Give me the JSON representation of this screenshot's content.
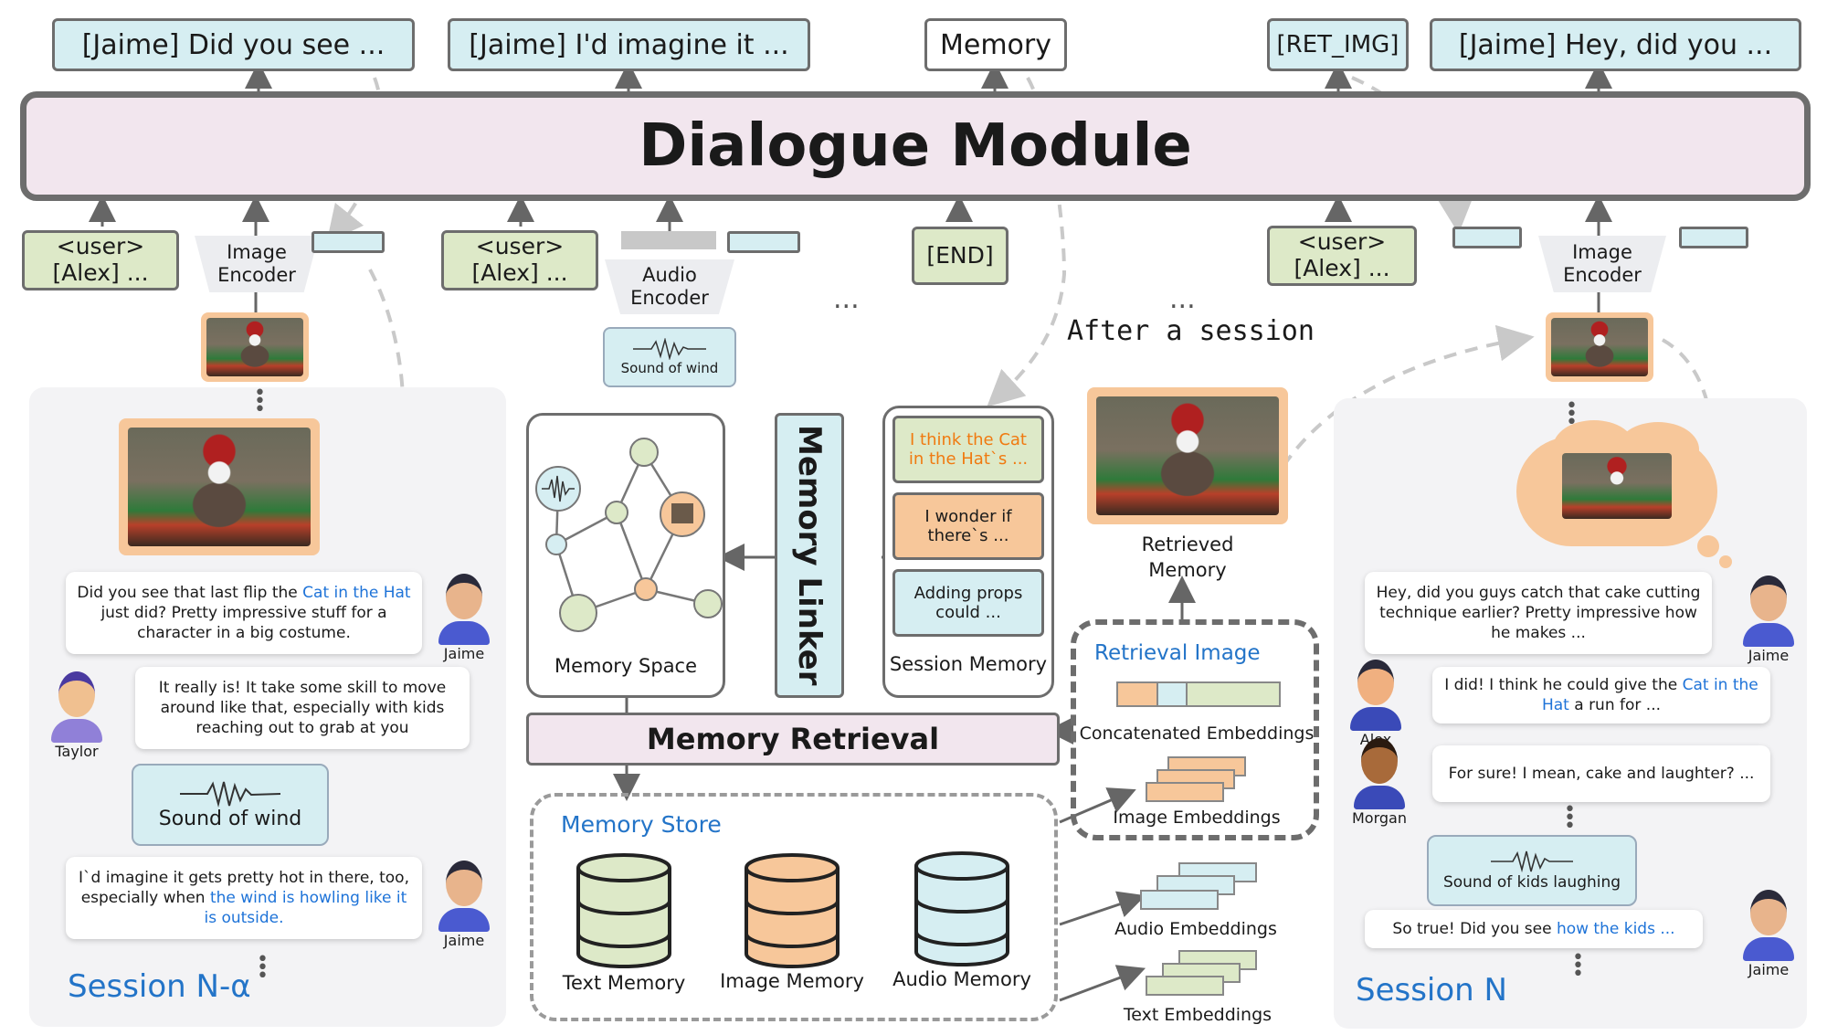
{
  "outputs": {
    "o1": "[Jaime] Did you see ...",
    "o2": "[Jaime] I'd imagine it ...",
    "o3": "Memory",
    "o4": "[RET_IMG]",
    "o5": "[Jaime] Hey, did you ..."
  },
  "dialogue_module": "Dialogue Module",
  "inputs": {
    "user1": "<user>\n[Alex] ...",
    "user2": "<user>\n[Alex] ...",
    "user3": "<user>\n[Alex] ...",
    "end": "[END]",
    "image_encoder": "Image\nEncoder",
    "audio_encoder": "Audio\nEncoder",
    "sound_of_wind_small": "Sound of wind",
    "ellipsis": "..."
  },
  "after_session": "After a session",
  "session_left": {
    "title": "Session N-α",
    "b1_pre": "Did you see that last flip the ",
    "b1_hl": "Cat in the Hat",
    "b1_post": " just did? Pretty impressive stuff for a character in a big costume.",
    "b2": "It really is! It take some skill to move around like that, especially with kids reaching out to grab at you",
    "sound": "Sound of wind",
    "b3_pre": "I`d imagine it gets pretty hot in there, too, especially when ",
    "b3_hl": "the wind is howling like it is outside.",
    "jaime": "Jaime",
    "taylor": "Taylor"
  },
  "center": {
    "memory_space": "Memory Space",
    "memory_linker": "Memory Linker",
    "session_memory": "Session Memory",
    "sm1": "I think the Cat in the Hat`s ...",
    "sm2": "I wonder if there`s ...",
    "sm3": "Adding props could ...",
    "memory_retrieval": "Memory Retrieval",
    "memory_store": "Memory Store",
    "text_memory": "Text Memory",
    "image_memory": "Image Memory",
    "audio_memory": "Audio Memory"
  },
  "retrieval": {
    "retrieved_memory": "Retrieved\nMemory",
    "retrieval_image": "Retrieval Image",
    "concat": "Concatenated Embeddings",
    "image_emb": "Image Embeddings",
    "audio_emb": "Audio Embeddings",
    "text_emb": "Text Embeddings"
  },
  "session_right": {
    "title": "Session N",
    "b1": "Hey, did you guys catch that cake cutting technique earlier? Pretty impressive how he makes ...",
    "b2_pre": "I did! I think he could give the ",
    "b2_hl": "Cat in the Hat",
    "b2_post": " a run for ...",
    "b3": "For sure! I mean, cake and laughter? ...",
    "sound": "Sound of kids laughing",
    "b4_pre": "So true! Did you see ",
    "b4_hl": "how the kids ...",
    "jaime": "Jaime",
    "alex": "Alex",
    "morgan": "Morgan"
  },
  "colors": {
    "cyan": "#d6eef2",
    "green": "#dde9c8",
    "orange": "#f7c79a",
    "pink": "#f2e6ee",
    "blue_text": "#1e73d8"
  }
}
